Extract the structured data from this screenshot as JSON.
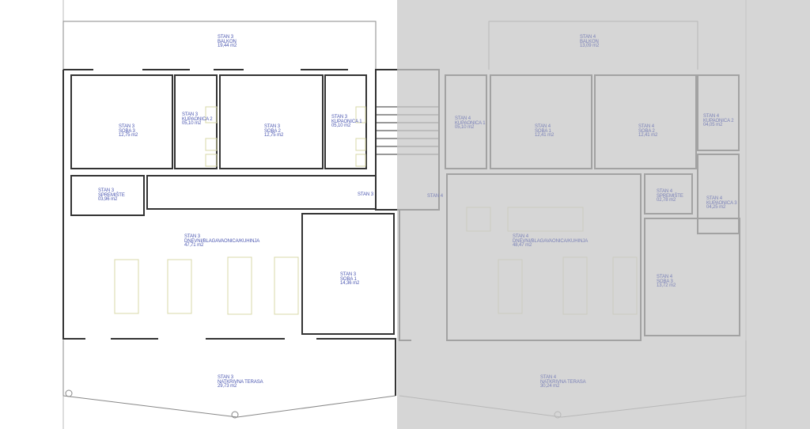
{
  "rooms": [
    {
      "unit": "STAN 3",
      "name": "BALKON",
      "area": "19,44 m2"
    },
    {
      "unit": "STAN 3",
      "name": "SOBA 3",
      "area": "12,75 m2"
    },
    {
      "unit": "STAN 3",
      "name": "KUPAONICA 2",
      "area": "05,10 m2"
    },
    {
      "unit": "STAN 3",
      "name": "SOBA 2",
      "area": "12,75 m2"
    },
    {
      "unit": "STAN 3",
      "name": "KUPAONICA 1",
      "area": "05,10 m2"
    },
    {
      "unit": "STAN 3",
      "name": "SPREMIŠTE",
      "area": "03,96 m2"
    },
    {
      "unit": "STAN 3",
      "name": "DNEVNI/BLAGAVAONICA/KUHINJA",
      "area": "47,71 m2"
    },
    {
      "unit": "STAN 3",
      "name": "SOBA 1",
      "area": "14,36 m2"
    },
    {
      "unit": "STAN 3",
      "name": "NATKRIVNA TERASA",
      "area": "29,73 m2"
    },
    {
      "unit": "STAN 4",
      "name": "BALKON",
      "area": "13,09 m2"
    },
    {
      "unit": "STAN 4",
      "name": "KUPAONICA 1",
      "area": "05,10 m2"
    },
    {
      "unit": "STAN 4",
      "name": "SOBA 1",
      "area": "12,41 m2"
    },
    {
      "unit": "STAN 4",
      "name": "SOBA 2",
      "area": "12,41 m2"
    },
    {
      "unit": "STAN 4",
      "name": "KUPAONICA 2",
      "area": "04,05 m2"
    },
    {
      "unit": "STAN 4",
      "name": "SPREMIŠTE",
      "area": "02,78 m2"
    },
    {
      "unit": "STAN 4",
      "name": "KUPAONICA 3",
      "area": "04,25 m2"
    },
    {
      "unit": "STAN 4",
      "name": "DNEVNI/BLAGAVAONICA/KUHINJA",
      "area": "48,47 m2"
    },
    {
      "unit": "STAN 4",
      "name": "SOBA 3",
      "area": "13,72 m2"
    },
    {
      "unit": "STAN 4",
      "name": "NATKRIVNA TERASA",
      "area": "30,24 m2"
    }
  ],
  "entrances": {
    "stan3": "STAN 3",
    "stan4": "STAN 4"
  }
}
